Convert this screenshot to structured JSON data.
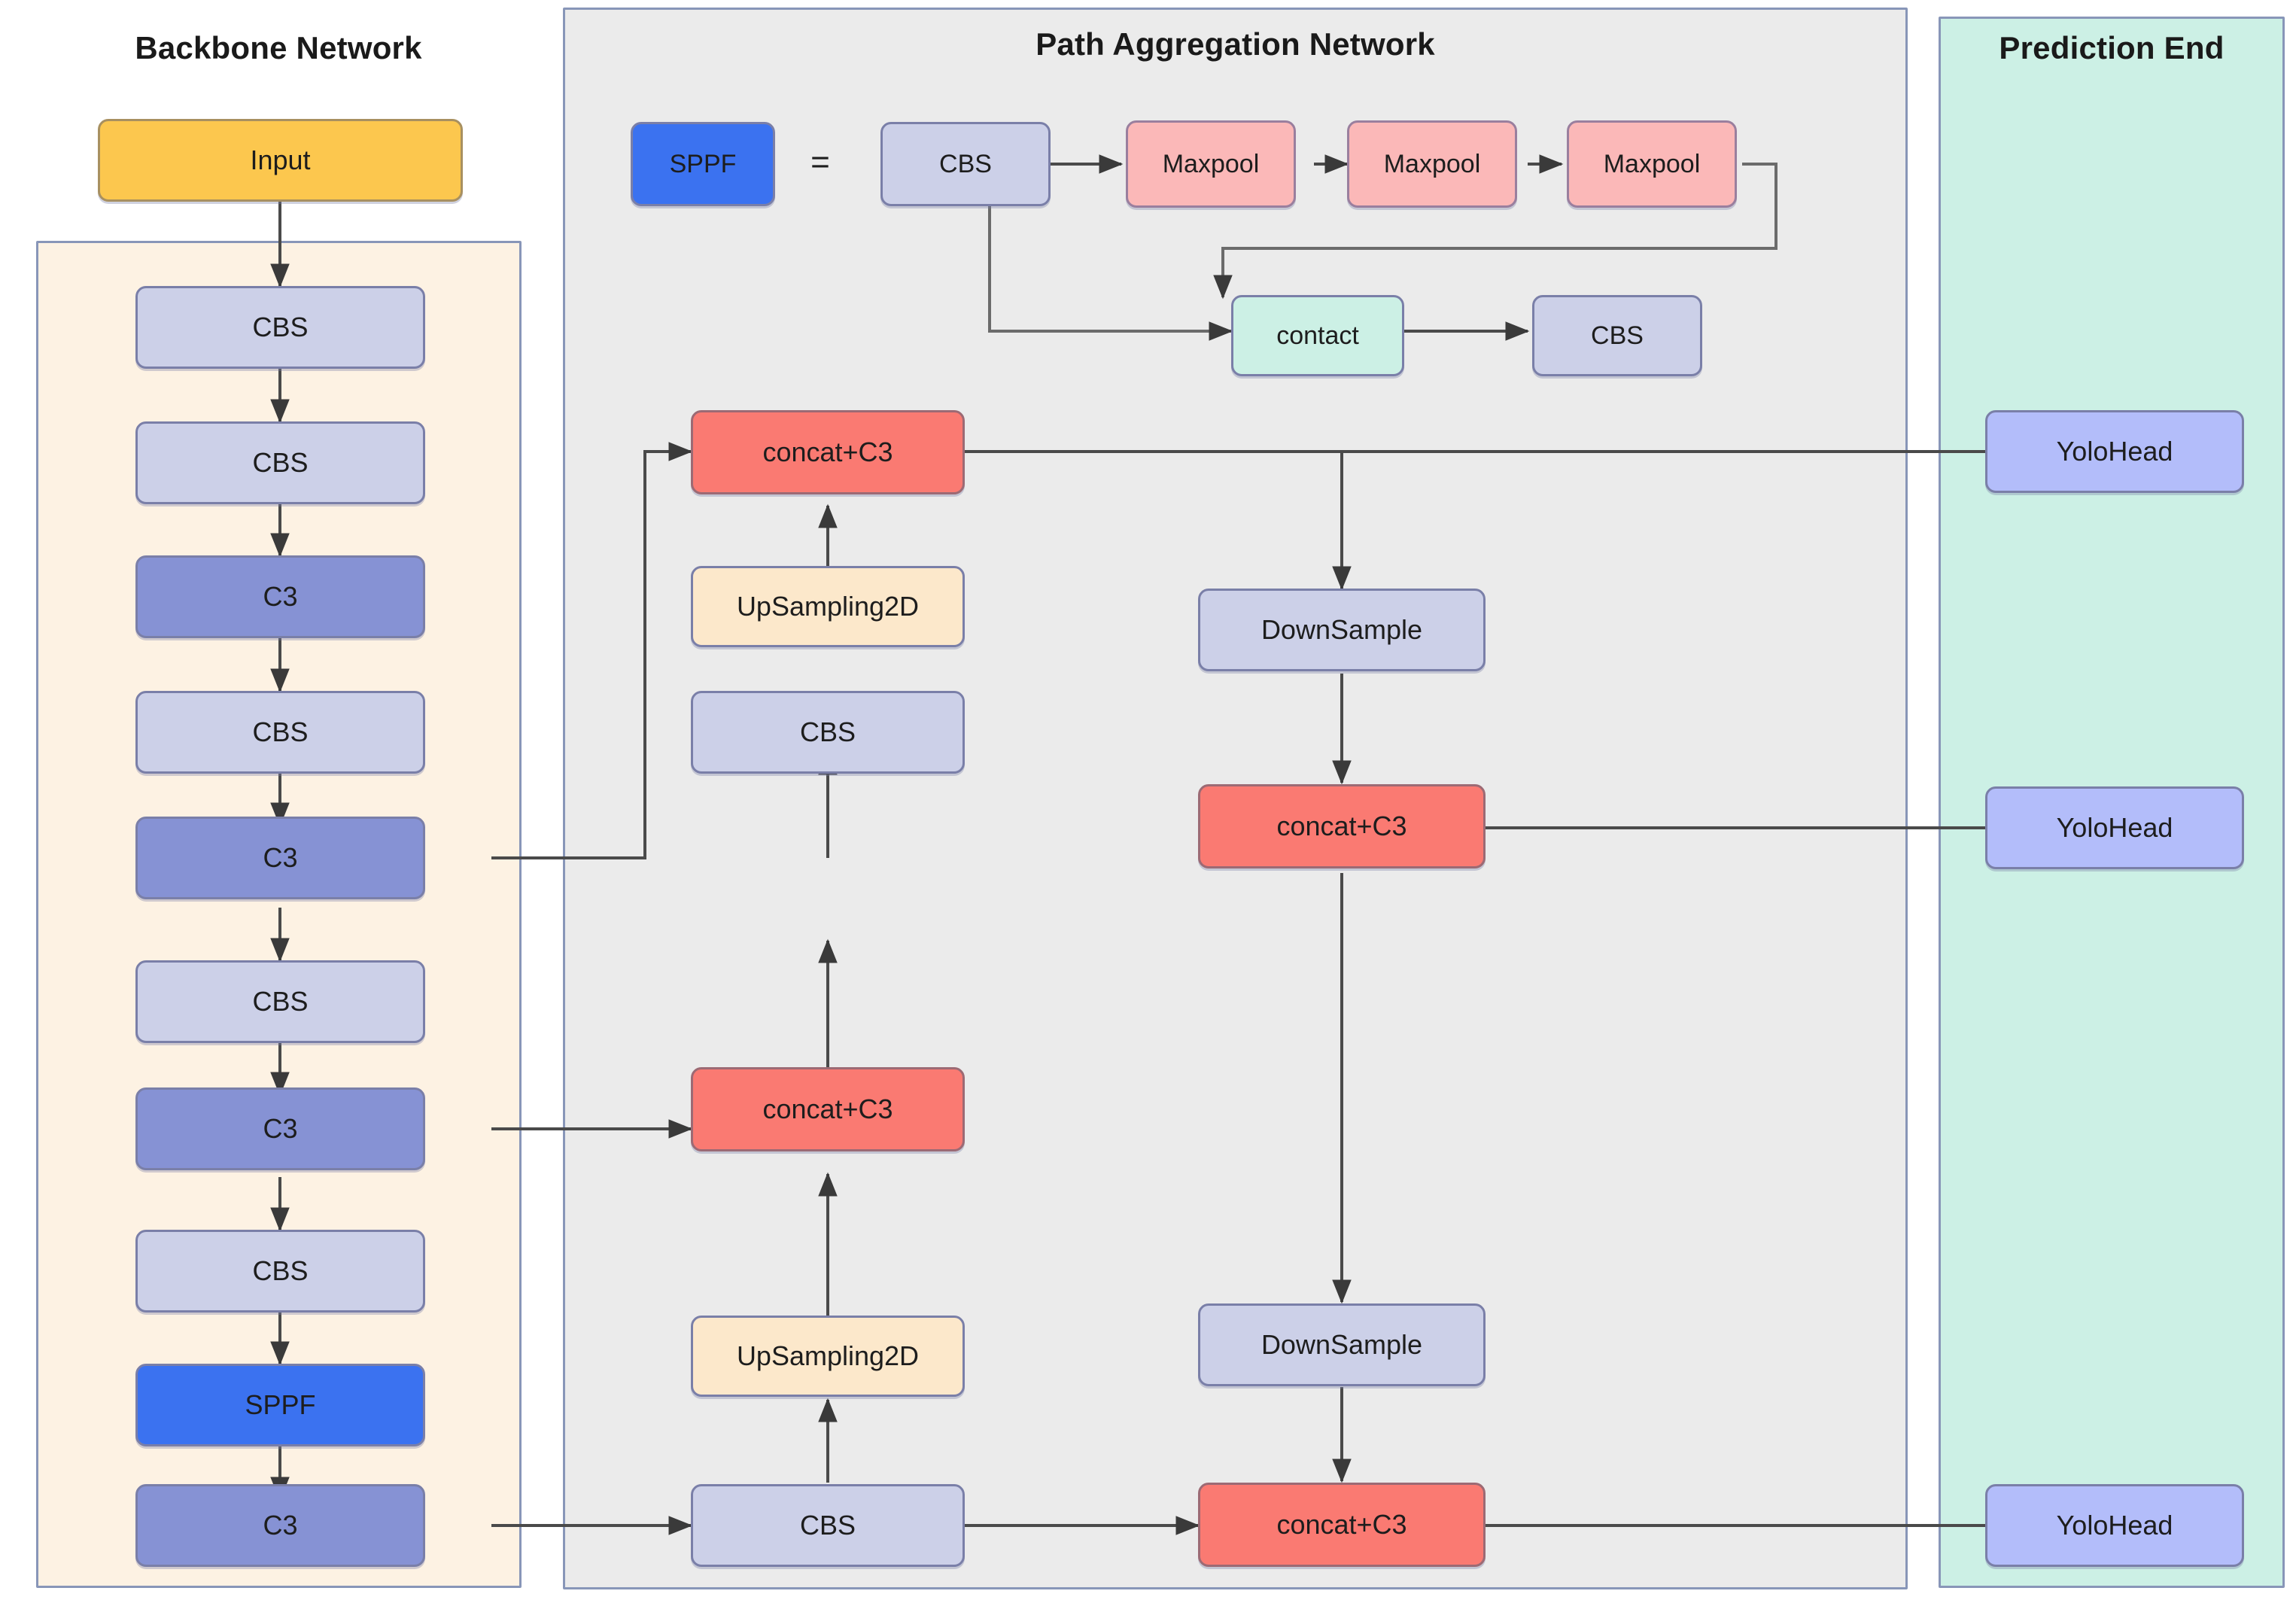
{
  "diagram": {
    "type": "network-architecture-flowchart",
    "groups": [
      {
        "id": "backbone",
        "title": "Backbone Network",
        "bg": "#fdf2e3"
      },
      {
        "id": "pan",
        "title": "Path Aggregation Network",
        "bg": "#ebebeb"
      },
      {
        "id": "prediction",
        "title": "Prediction End",
        "bg": "#ccf0e5"
      }
    ],
    "legend": {
      "symbol_label": "SPPF",
      "equals": "=",
      "expansion": [
        "CBS",
        "Maxpool",
        "Maxpool",
        "Maxpool",
        "contact",
        "CBS"
      ]
    },
    "backbone": {
      "input_label": "Input",
      "stack": [
        "CBS",
        "CBS",
        "C3",
        "CBS",
        "C3",
        "CBS",
        "C3",
        "CBS",
        "SPPF",
        "C3"
      ]
    },
    "pan": {
      "upsample_branch": [
        "concat+C3",
        "UpSampling2D",
        "CBS",
        "concat+C3",
        "UpSampling2D",
        "CBS"
      ],
      "downsample_branch": [
        "DownSample",
        "concat+C3",
        "DownSample",
        "concat+C3"
      ]
    },
    "prediction": {
      "heads": [
        "YoloHead",
        "YoloHead",
        "YoloHead"
      ]
    },
    "colors": {
      "cbs": "#ccd0e8",
      "c3": "#8692d4",
      "sppf": "#3b72f0",
      "input": "#fcc74e",
      "concat": "#fa7a72",
      "upsampling": "#fce8cb",
      "maxpool": "#fbb8b8",
      "contact": "#ccf0e5",
      "yolohead": "#b3bdfa",
      "edge": "#4a4a4a",
      "border": "#7a7fa8"
    },
    "nodes": {
      "legend_sppf": "SPPF",
      "legend_eq": "=",
      "legend_cbs1": "CBS",
      "legend_max1": "Maxpool",
      "legend_max2": "Maxpool",
      "legend_max3": "Maxpool",
      "legend_contact": "contact",
      "legend_cbs2": "CBS",
      "bb_input": "Input",
      "bb_cbs1": "CBS",
      "bb_cbs2": "CBS",
      "bb_c3a": "C3",
      "bb_cbs3": "CBS",
      "bb_c3b": "C3",
      "bb_cbs4": "CBS",
      "bb_c3c": "C3",
      "bb_cbs5": "CBS",
      "bb_sppf": "SPPF",
      "bb_c3d": "C3",
      "pan_concat_top": "concat+C3",
      "pan_up_top": "UpSampling2D",
      "pan_cbs_top": "CBS",
      "pan_concat_mid": "concat+C3",
      "pan_up_bot": "UpSampling2D",
      "pan_cbs_bot": "CBS",
      "pan_down_top": "DownSample",
      "pan_concat_r_mid": "concat+C3",
      "pan_down_bot": "DownSample",
      "pan_concat_r_bot": "concat+C3",
      "head1": "YoloHead",
      "head2": "YoloHead",
      "head3": "YoloHead"
    }
  }
}
